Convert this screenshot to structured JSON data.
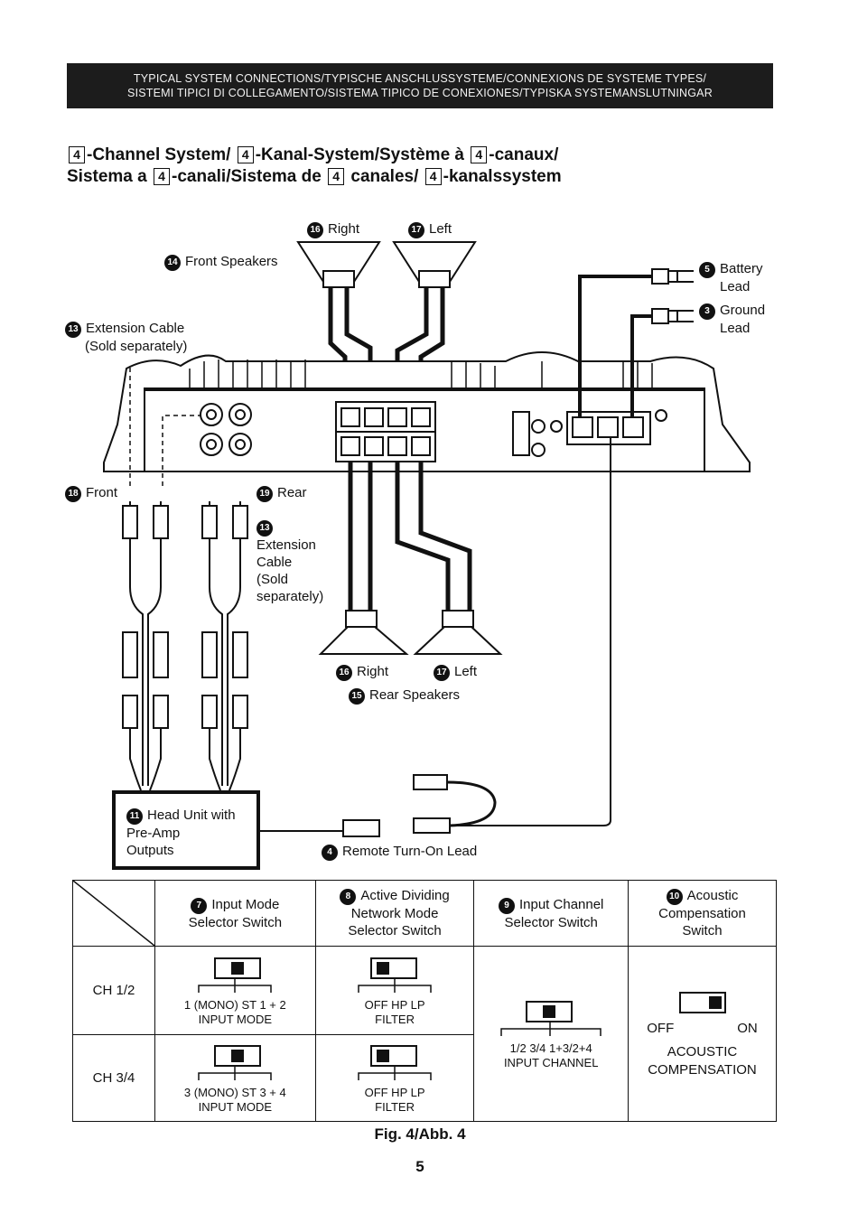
{
  "banner": {
    "line1": "TYPICAL SYSTEM CONNECTIONS/TYPISCHE ANSCHLUSSYSTEME/CONNEXIONS DE SYSTEME TYPES/",
    "line2": "SISTEMI TIPICI DI COLLEGAMENTO/SISTEMA TIPICO DE CONEXIONES/TYPISKA SYSTEMANSLUTNINGAR"
  },
  "title": {
    "boxed_number": "4",
    "p1": "-Channel System/",
    "p2": "-Kanal-System/Système à",
    "p3": "-canaux/",
    "p4": "Sistema a",
    "p5": "-canali/Sistema de",
    "p6": "canales/",
    "p7": "-kanalssystem"
  },
  "labels": {
    "front_right": {
      "num": "16",
      "text": "Right"
    },
    "front_left": {
      "num": "17",
      "text": "Left"
    },
    "front_speakers": {
      "num": "14",
      "text": "Front Speakers"
    },
    "battery": {
      "num": "5",
      "line1": "Battery",
      "line2": "Lead"
    },
    "ground": {
      "num": "3",
      "line1": "Ground",
      "line2": "Lead"
    },
    "ext_cable_top": {
      "num": "13",
      "line1": "Extension Cable",
      "line2": "(Sold separately)"
    },
    "front": {
      "num": "18",
      "text": "Front"
    },
    "rear": {
      "num": "19",
      "text": "Rear"
    },
    "ext_cable_mid": {
      "num": "13",
      "line1": "Extension",
      "line2": "Cable",
      "line3": "(Sold",
      "line4": "separately)"
    },
    "rear_right": {
      "num": "16",
      "text": "Right"
    },
    "rear_left": {
      "num": "17",
      "text": "Left"
    },
    "rear_speakers": {
      "num": "15",
      "text": "Rear Speakers"
    },
    "head_unit": {
      "num": "11",
      "line1": "Head Unit with",
      "line2": "Pre-Amp",
      "line3": "Outputs"
    },
    "remote": {
      "num": "4",
      "text": "Remote Turn-On Lead"
    }
  },
  "table": {
    "headers": [
      {
        "num": "7",
        "line1": "Input Mode",
        "line2": "Selector Switch"
      },
      {
        "num": "8",
        "line1": "Active Dividing",
        "line2": "Network Mode",
        "line3": "Selector Switch"
      },
      {
        "num": "9",
        "line1": "Input Channel",
        "line2": "Selector Switch"
      },
      {
        "num": "10",
        "line1": "Acoustic",
        "line2": "Compensation",
        "line3": "Switch"
      }
    ],
    "rows": [
      {
        "label": "CH 1/2",
        "input_mode": {
          "options": "1 (MONO) ST  1 + 2",
          "caption": "INPUT MODE"
        },
        "filter": {
          "options": "OFF    HP    LP",
          "caption": "FILTER"
        }
      },
      {
        "label": "CH 3/4",
        "input_mode": {
          "options": "3 (MONO) ST  3 + 4",
          "caption": "INPUT MODE"
        },
        "filter": {
          "options": "OFF    HP    LP",
          "caption": "FILTER"
        }
      }
    ],
    "input_channel": {
      "options": "1/2   3/4   1+3/2+4",
      "caption": "INPUT CHANNEL"
    },
    "acoustic": {
      "off": "OFF",
      "on": "ON",
      "line1": "ACOUSTIC",
      "line2": "COMPENSATION"
    }
  },
  "fig_caption": "Fig. 4/Abb. 4",
  "page_number": "5"
}
